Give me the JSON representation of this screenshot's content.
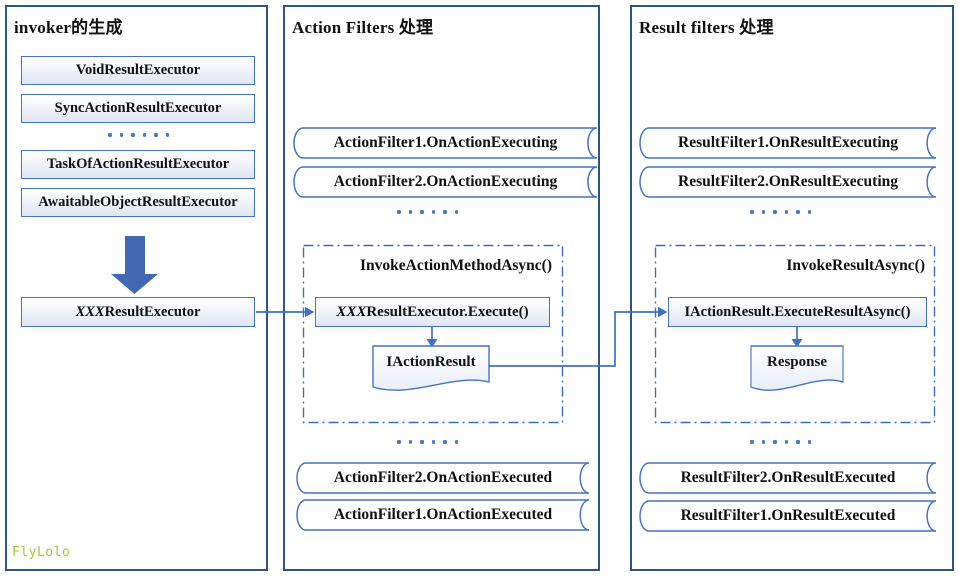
{
  "watermark": "FlyLolo",
  "colors": {
    "panel_border": "#2f5383",
    "shape_border": "#4472c4",
    "connector": "#4070c0",
    "arrow_fill": "#4169b2",
    "dots": "#4b79c2",
    "watermark": "#a4c939"
  },
  "panels": {
    "invoker": {
      "title": "invoker的生成",
      "executors": [
        "VoidResultExecutor",
        "SyncActionResultExecutor",
        "TaskOfActionResultExecutor",
        "AwaitableObjectResultExecutor"
      ],
      "result_executor": {
        "em": "XXX",
        "rest": "ResultExecutor"
      }
    },
    "action_filters": {
      "title": "Action Filters 处理",
      "executing_filters": [
        "ActionFilter1.OnActionExecuting",
        "ActionFilter2.OnActionExecuting"
      ],
      "invoke_label": "InvokeActionMethodAsync()",
      "execute_call": {
        "em": "XXX",
        "rest": "ResultExecutor.Execute()"
      },
      "result_document": "IActionResult",
      "executed_filters": [
        "ActionFilter2.OnActionExecuted",
        "ActionFilter1.OnActionExecuted"
      ]
    },
    "result_filters": {
      "title": "Result filters 处理",
      "executing_filters": [
        "ResultFilter1.OnResultExecuting",
        "ResultFilter2.OnResultExecuting"
      ],
      "invoke_label": "InvokeResultAsync()",
      "execute_call": "IActionResult.ExecuteResultAsync()",
      "result_document": "Response",
      "executed_filters": [
        "ResultFilter2.OnResultExecuted",
        "ResultFilter1.OnResultExecuted"
      ]
    }
  }
}
